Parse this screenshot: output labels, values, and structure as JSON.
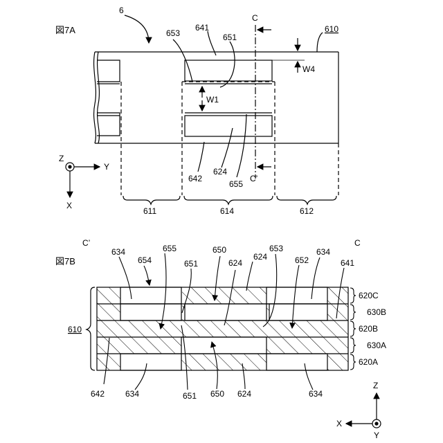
{
  "fig7a": {
    "title": "図7A",
    "labels": {
      "n6": "6",
      "n610": "610",
      "n641": "641",
      "n651": "651",
      "n653": "653",
      "cTop": "C",
      "w4": "W4",
      "w1": "W1",
      "n642": "642",
      "n624": "624",
      "n655": "655",
      "cBottom": "C’",
      "n611": "611",
      "n614": "614",
      "n612": "612"
    },
    "axes": {
      "z": "Z",
      "y": "Y",
      "x": "X"
    }
  },
  "fig7b": {
    "title": "図7B",
    "labels": {
      "cLeft": "C’",
      "cRight": "C",
      "n634a": "634",
      "n654": "654",
      "n655": "655",
      "n651a": "651",
      "n650a": "650",
      "n624a": "624",
      "n624b": "624",
      "n653": "653",
      "n652": "652",
      "n634b": "634",
      "n641": "641",
      "n610": "610",
      "n642": "642",
      "n634c": "634",
      "n651b": "651",
      "n650b": "650",
      "n624c": "624",
      "n634d": "634"
    },
    "layers": [
      "620C",
      "630B",
      "620B",
      "630A",
      "620A"
    ],
    "axes": {
      "z": "Z",
      "x": "X",
      "y": "Y"
    }
  }
}
